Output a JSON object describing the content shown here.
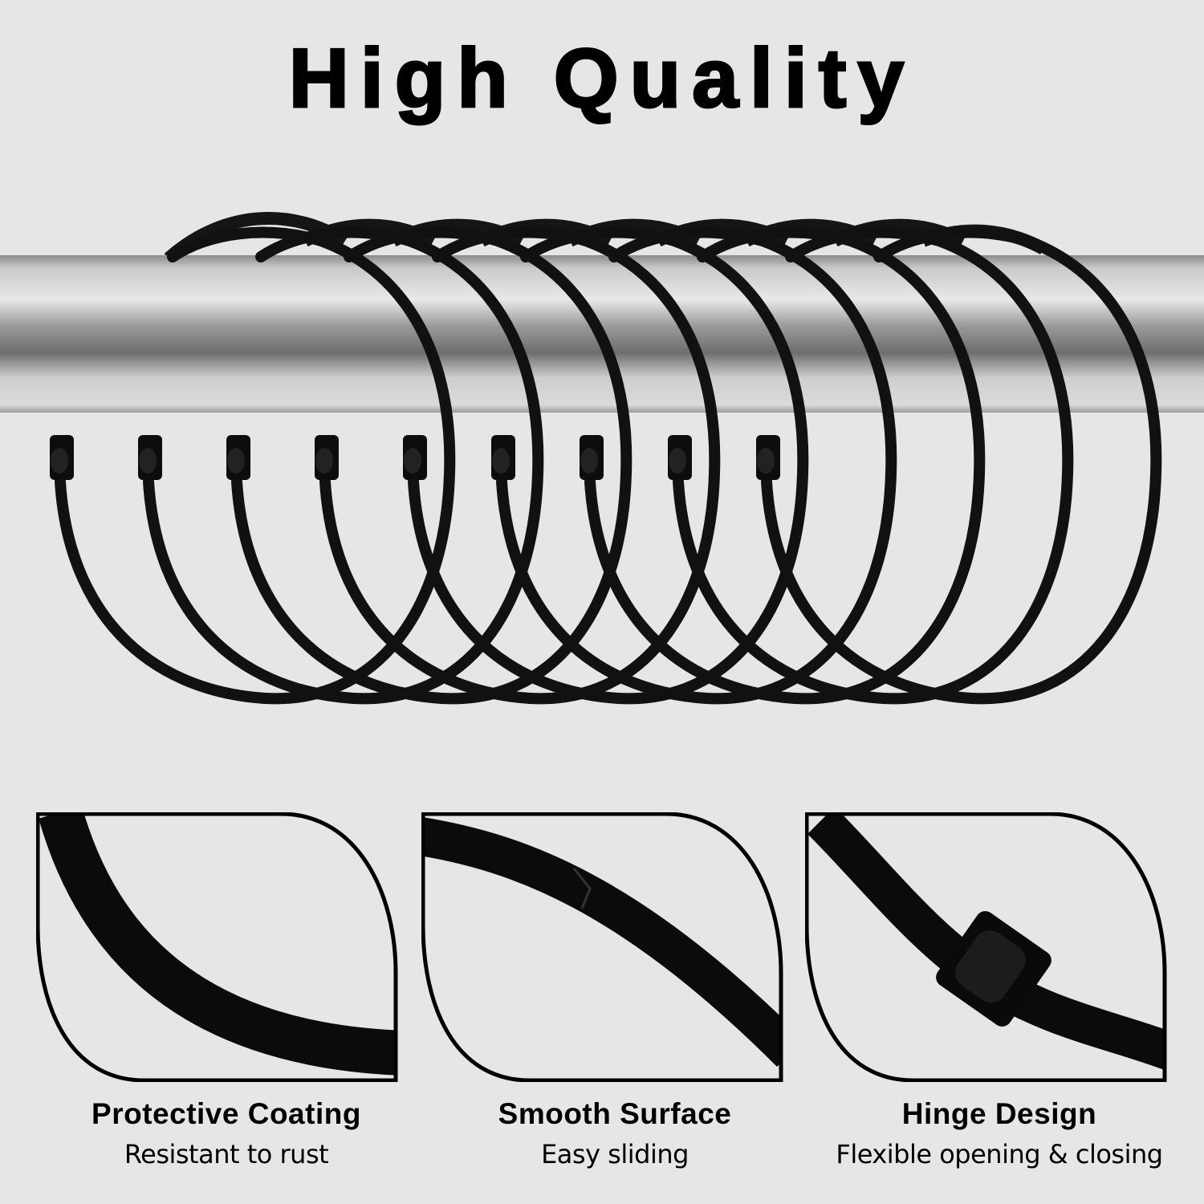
{
  "header": {
    "title": "High Quality"
  },
  "hero": {
    "ring_count": 9,
    "ring_color": "#111111",
    "rod_color": "#a9a9a9",
    "rod_label": "curtain-rod"
  },
  "features": [
    {
      "title": "Protective Coating",
      "subtitle": "Resistant to rust",
      "detail": "coating-closeup"
    },
    {
      "title": "Smooth Surface",
      "subtitle": "Easy sliding",
      "detail": "seam-closeup"
    },
    {
      "title": "Hinge Design",
      "subtitle": "Flexible opening & closing",
      "detail": "hinge-closeup"
    }
  ],
  "colors": {
    "background": "#e6e6e6",
    "text": "#000000",
    "ring": "#111111"
  }
}
